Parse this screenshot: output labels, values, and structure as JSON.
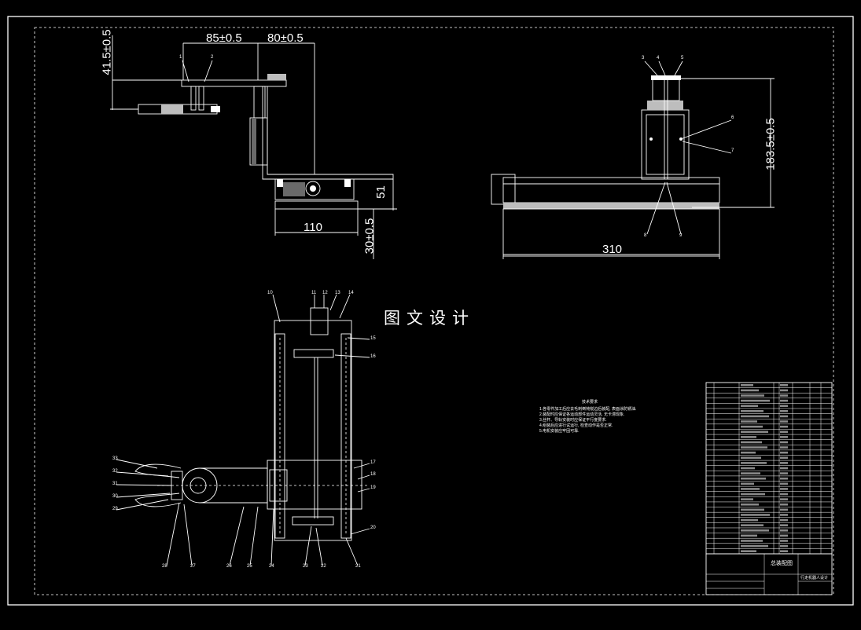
{
  "dimensions": {
    "d_415": "41.5±0.5",
    "d_85": "85±0.5",
    "d_80": "80±0.5",
    "d_51": "51",
    "d_110": "110",
    "d_30": "30±0.5",
    "d_1835": "183.5±0.5",
    "d_310": "310"
  },
  "watermark": "图文设计",
  "balloons": {
    "front": [
      "1",
      "2"
    ],
    "side": [
      "3",
      "4",
      "5",
      "6",
      "7",
      "8",
      "9"
    ],
    "top": [
      "10",
      "11",
      "12",
      "13",
      "14",
      "15",
      "16",
      "17",
      "18",
      "19",
      "20",
      "21",
      "22",
      "23",
      "24",
      "25",
      "26",
      "27",
      "28",
      "29",
      "30",
      "31",
      "32",
      "33"
    ]
  },
  "notes": {
    "title": "技术要求",
    "lines": [
      "1.各零件加工后应去毛刺倒钝锐边后装配, 表面涂防锈油.",
      "2.装配时应保证各运动部件运动灵活, 无卡滞现象.",
      "3.丝杆、导轨安装时应保证平行度要求.",
      "4.组装后应进行试运行, 检查动作是否正常.",
      "5.电机安装应牢固可靠."
    ]
  },
  "title_block": {
    "drawing_title": "总装配图",
    "company": "行走机器人设计"
  },
  "colors": {
    "background": "#000000",
    "line": "#ffffff",
    "shade": "#6a6a6a"
  }
}
